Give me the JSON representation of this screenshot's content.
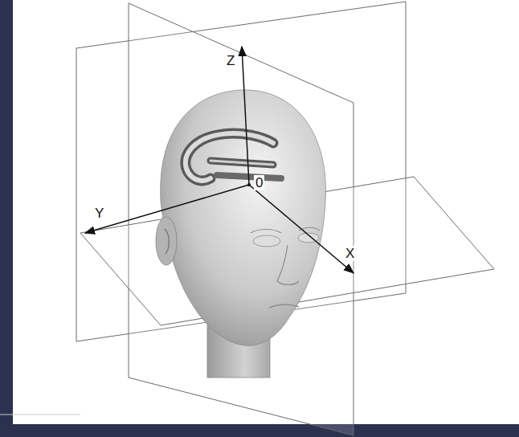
{
  "diagram": {
    "labels": [
      "Z",
      "0",
      "Y",
      "X"
    ]
  }
}
